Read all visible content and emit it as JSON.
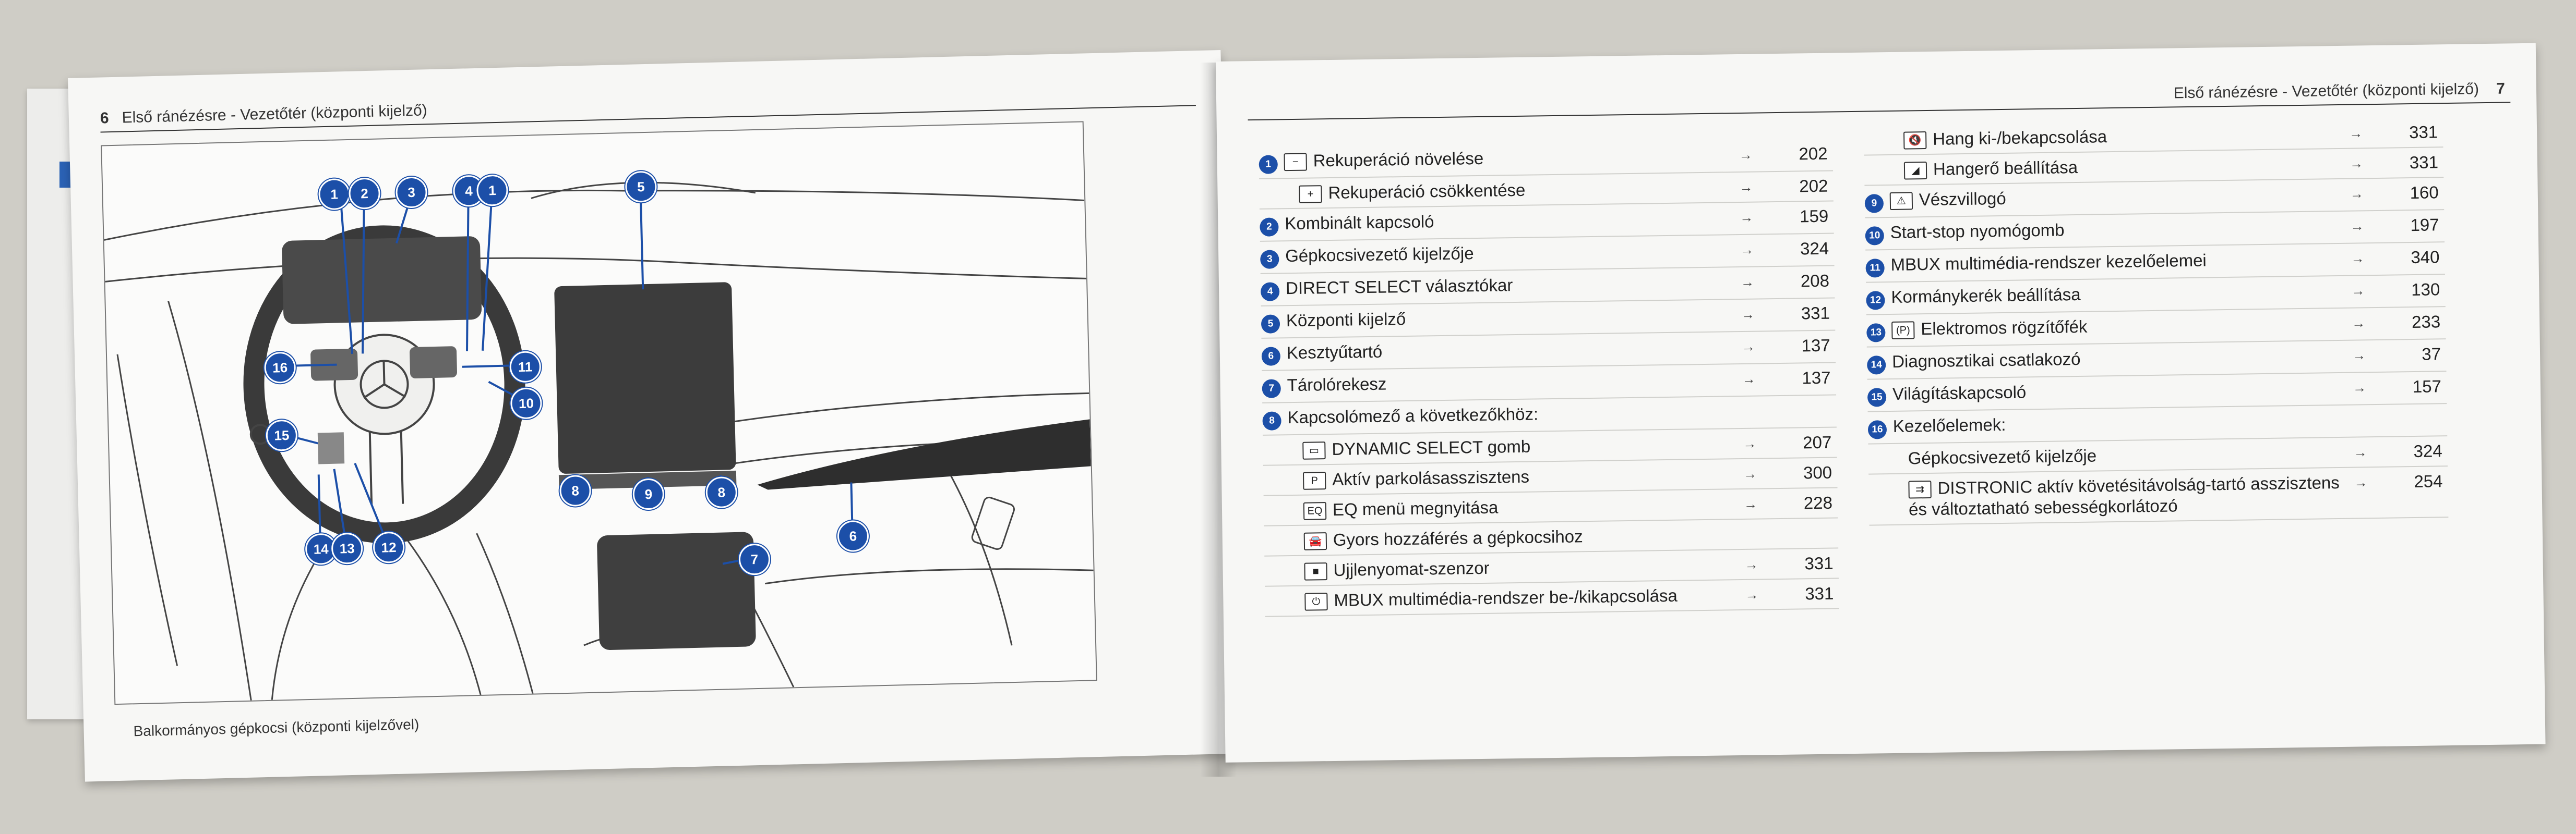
{
  "left_page": {
    "page_number": "6",
    "header": "Első ránézésre - Vezetőtér (központi kijelző)",
    "caption": "Balkormányos gépkocsi (központi kijelzővel)",
    "callouts": [
      "1",
      "2",
      "3",
      "4",
      "1",
      "5",
      "16",
      "11",
      "10",
      "15",
      "14",
      "13",
      "12",
      "8",
      "9",
      "8",
      "7",
      "6"
    ]
  },
  "right_page": {
    "page_number": "7",
    "header": "Első ránézésre - Vezetőtér (központi kijelző)",
    "arrow": "→",
    "col1": [
      {
        "num": "1",
        "icon": "minus-box-icon",
        "glyph": "−",
        "text": "Rekuperáció növelése",
        "page": "202"
      },
      {
        "num": "",
        "icon": "plus-box-icon",
        "glyph": "+",
        "text": "Rekuperáció csökkentése",
        "page": "202"
      },
      {
        "num": "2",
        "text": "Kombinált kapcsoló",
        "page": "159"
      },
      {
        "num": "3",
        "text": "Gépkocsivezető kijelzője",
        "page": "324"
      },
      {
        "num": "4",
        "text": "DIRECT SELECT választókar",
        "page": "208"
      },
      {
        "num": "5",
        "text": "Központi kijelző",
        "page": "331"
      },
      {
        "num": "6",
        "text": "Kesztyűtartó",
        "page": "137"
      },
      {
        "num": "7",
        "text": "Tárolórekesz",
        "page": "137"
      },
      {
        "num": "8",
        "text": "Kapcsolómező a következőkhöz:",
        "page": ""
      },
      {
        "num": "",
        "icon": "dynamic-select-icon",
        "glyph": "▭",
        "text": "DYNAMIC SELECT gomb",
        "page": "207"
      },
      {
        "num": "",
        "icon": "parking-assist-icon",
        "glyph": "P",
        "text": "Aktív parkolásasszisztens",
        "page": "300"
      },
      {
        "num": "",
        "icon": "eq-icon",
        "glyph": "EQ",
        "text": "EQ menü megnyitása",
        "page": "228"
      },
      {
        "num": "",
        "icon": "car-icon",
        "glyph": "🚘",
        "text": "Gyors hozzáférés a gépkocsihoz",
        "page": ""
      },
      {
        "num": "",
        "icon": "fingerprint-icon",
        "glyph": "■",
        "text": "Ujjlenyomat-szenzor",
        "page": "331"
      },
      {
        "num": "",
        "icon": "power-icon",
        "glyph": "⏻",
        "text": "MBUX multimédia-rendszer be-/kikapcsolása",
        "page": "331"
      }
    ],
    "col2": [
      {
        "num": "",
        "icon": "mute-icon",
        "glyph": "🔇",
        "text": "Hang ki-/bekapcsolása",
        "page": "331"
      },
      {
        "num": "",
        "icon": "volume-icon",
        "glyph": "◢",
        "text": "Hangerő beállítása",
        "page": "331"
      },
      {
        "num": "9",
        "icon": "hazard-icon",
        "glyph": "⚠",
        "text": "Vészvillogó",
        "page": "160"
      },
      {
        "num": "10",
        "text": "Start-stop nyomógomb",
        "page": "197"
      },
      {
        "num": "11",
        "text": "MBUX multimédia-rendszer kezelőelemei",
        "page": "340"
      },
      {
        "num": "12",
        "text": "Kormánykerék beállítása",
        "page": "130"
      },
      {
        "num": "13",
        "icon": "parking-brake-icon",
        "glyph": "(P)",
        "text": "Elektromos rögzítőfék",
        "page": "233"
      },
      {
        "num": "14",
        "text": "Diagnosztikai csatlakozó",
        "page": "37"
      },
      {
        "num": "15",
        "text": "Világításkapcsoló",
        "page": "157"
      },
      {
        "num": "16",
        "text": "Kezelőelemek:",
        "page": ""
      },
      {
        "num": "",
        "text": "Gépkocsivezető kijelzője",
        "page": "324"
      },
      {
        "num": "",
        "icon": "distronic-icon",
        "glyph": "⇉",
        "text": "DISTRONIC aktív követésitávolság-tartó asszisztens és változtatható sebességkorlátozó",
        "page": "254"
      }
    ]
  }
}
